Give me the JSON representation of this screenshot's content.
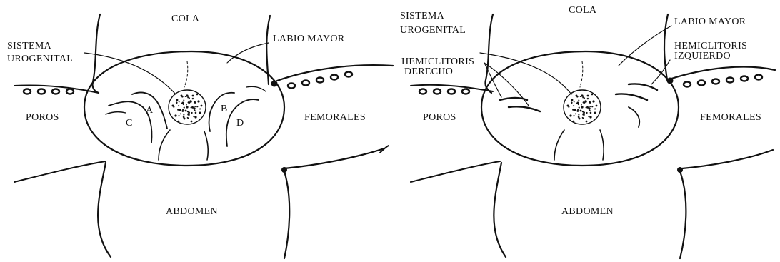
{
  "colors": {
    "ink": "#111111",
    "background": "#ffffff"
  },
  "left_panel": {
    "labels": {
      "tail": "COLA",
      "urogenital_line1": "SISTEMA",
      "urogenital_line2": "UROGENITAL",
      "labium": "LABIO MAYOR",
      "pores": "POROS",
      "femoral": "FEMORALES",
      "abdomen": "ABDOMEN",
      "a": "A",
      "b": "B",
      "c": "C",
      "d": "D"
    }
  },
  "right_panel": {
    "labels": {
      "tail": "COLA",
      "urogenital_line1": "SISTEMA",
      "urogenital_line2": "UROGENITAL",
      "labium": "LABIO MAYOR",
      "hemi_left_line1": "HEMICLITORIS",
      "hemi_left_line2": "IZQUIERDO",
      "hemi_right_line1": "HEMICLITORIS",
      "hemi_right_line2": "DERECHO",
      "pores": "POROS",
      "femoral": "FEMORALES",
      "abdomen": "ABDOMEN"
    }
  }
}
